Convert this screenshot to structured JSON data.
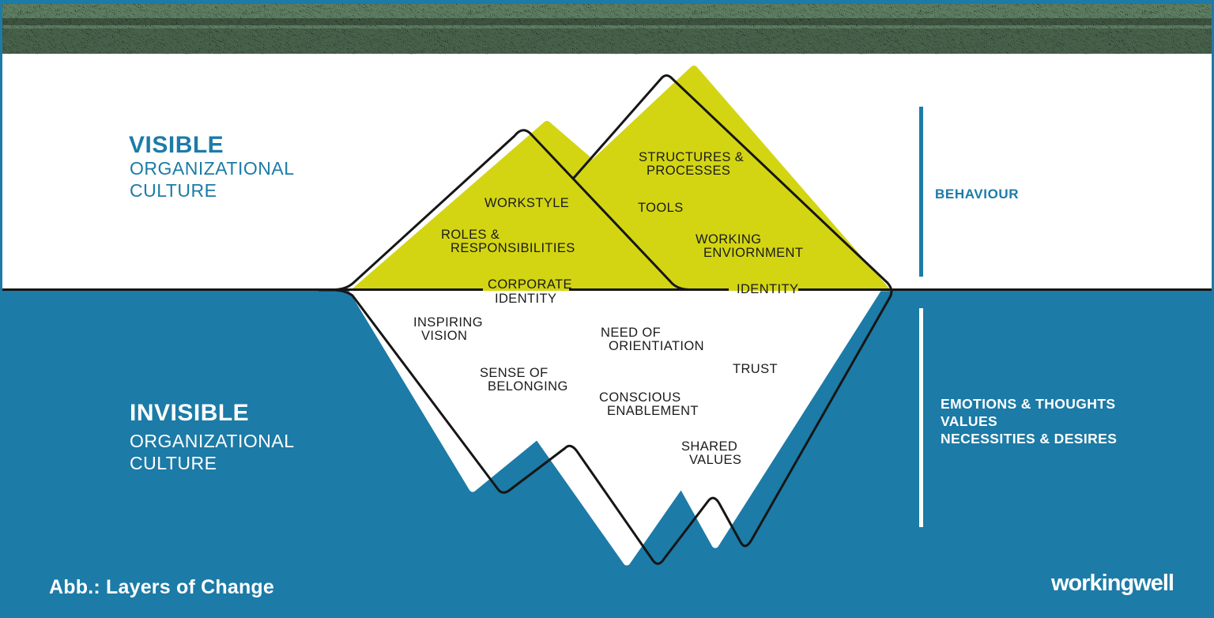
{
  "title_block_visible": {
    "heading": "VISIBLE",
    "line1": "ORGANIZATIONAL",
    "line2": "CULTURE"
  },
  "title_block_invisible": {
    "heading": "INVISIBLE",
    "line1": "ORGANIZATIONAL",
    "line2": "CULTURE"
  },
  "right_annotations": {
    "behaviour": "BEHAVIOUR",
    "emotions": "EMOTIONS & THOUGHTS",
    "values": "VALUES",
    "necessities": "NECESSITIES & DESIRES"
  },
  "iceberg": {
    "above": {
      "workstyle": "WORKSTYLE",
      "roles_line1": "ROLES &",
      "roles_line2": "RESPONSIBILITIES",
      "structures_line1": "STRUCTURES &",
      "structures_line2": "PROCESSES",
      "tools": "TOOLS",
      "working_line1": "WORKING",
      "working_line2": "ENVIORNMENT",
      "corporate_line1": "CORPORATE",
      "corporate_line2": "IDENTITY",
      "identity": "IDENTITY"
    },
    "below": {
      "inspiring_line1": "INSPIRING",
      "inspiring_line2": "VISION",
      "need_line1": "NEED OF",
      "need_line2": "ORIENTIATION",
      "sense_line1": "SENSE OF",
      "sense_line2": "BELONGING",
      "trust": "TRUST",
      "conscious_line1": "CONSCIOUS",
      "conscious_line2": "ENABLEMENT",
      "shared_line1": "SHARED",
      "shared_line2": "VALUES"
    }
  },
  "caption": "Abb.: Layers of Change",
  "logo": "workingwell",
  "colors": {
    "sea_blue": "#1c7ba7",
    "iceberg_yellow": "#d3d513",
    "outline_black": "#161616",
    "noise_green": "#5e7e62",
    "white": "#ffffff"
  }
}
